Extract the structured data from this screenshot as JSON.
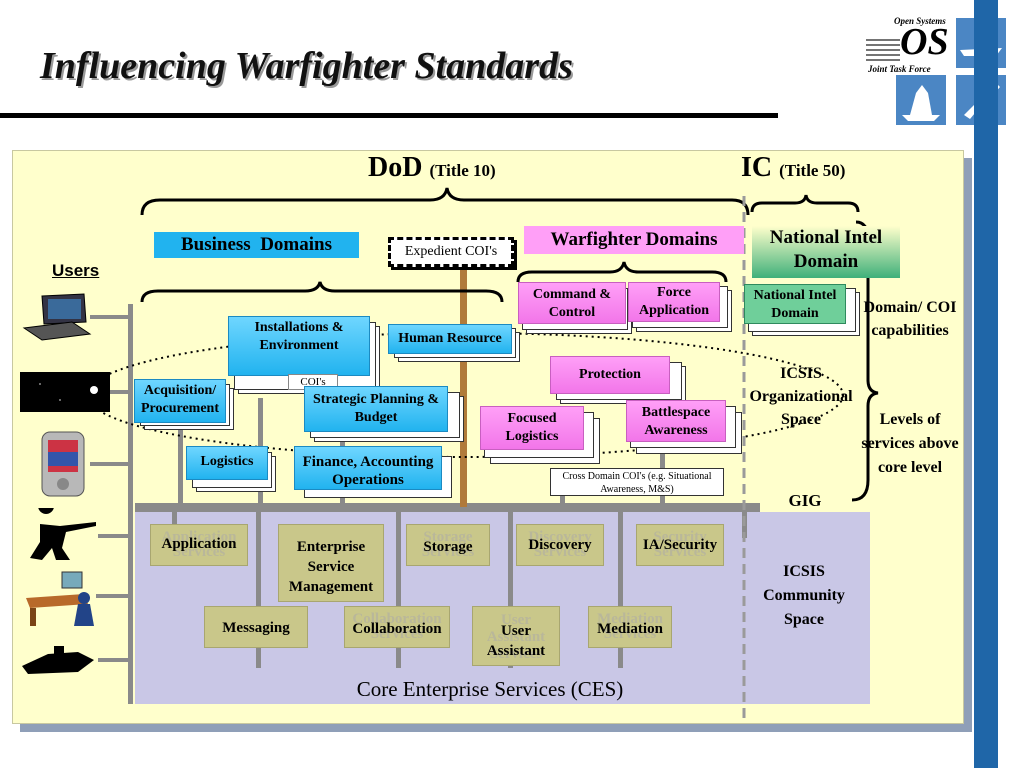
{
  "title": "Influencing Warfighter Standards",
  "logo": {
    "top": "Open Systems",
    "mark": "OS",
    "bottom": "Joint Task Force"
  },
  "header": {
    "dod": "DoD",
    "dod_sub": "(Title 10)",
    "ic": "IC",
    "ic_sub": "(Title 50)"
  },
  "users_label": "Users",
  "business": {
    "label": "Business  Domains",
    "boxes": {
      "installations": "Installations & Environment",
      "human_resource": "Human Resource",
      "acquisition": "Acquisition/ Procurement",
      "strategic": "Strategic Planning & Budget",
      "logistics": "Logistics",
      "finance": "Finance, Accounting Operations"
    }
  },
  "coi_small": "COI's",
  "expedient": "Expedient COI's",
  "warfighter": {
    "label": "Warfighter Domains",
    "boxes": {
      "command": "Command & Control",
      "force": "Force Application",
      "protection": "Protection",
      "focused": "Focused Logistics",
      "battlespace": "Battlespace Awareness"
    }
  },
  "cross_domain": "Cross Domain COI's (e.g. Situational Awareness, M&S)",
  "national_intel": {
    "label": "National Intel Domain",
    "box": "National Intel Domain"
  },
  "right_text": {
    "domain_coi": "Domain/ COI capabilities",
    "icsis_org": "ICSIS Organizational Space",
    "levels": "Levels of services above core level",
    "gig": "GIG",
    "icsis_comm": "ICSIS Community Space"
  },
  "ces": {
    "label": "Core Enterprise Services (CES)",
    "row1": {
      "application": "Application",
      "enterprise": "Enterprise Service Management",
      "storage": "Storage",
      "discovery": "Discovery",
      "security": "IA/Security"
    },
    "row2": {
      "messaging": "Messaging",
      "collaboration": "Collaboration",
      "user_assistant": "User Assistant",
      "mediation": "Mediation"
    },
    "ghost": {
      "application": "Application Services",
      "storage": "Storage Services",
      "discovery": "Discovery Services",
      "security": "Security Services",
      "collaboration": "Collaboration Services",
      "user_assistant": "User Assistant Services",
      "mediation": "Mediation Services"
    }
  },
  "colors": {
    "blue_box": "#21b3ef",
    "pink_box": "#f276e9",
    "tan_box": "#c9c78a",
    "ces_bg": "#c9c7e6",
    "panel": "#ffffcc",
    "right_bar": "#1f66a8",
    "intel_green": "#3fb07a"
  }
}
